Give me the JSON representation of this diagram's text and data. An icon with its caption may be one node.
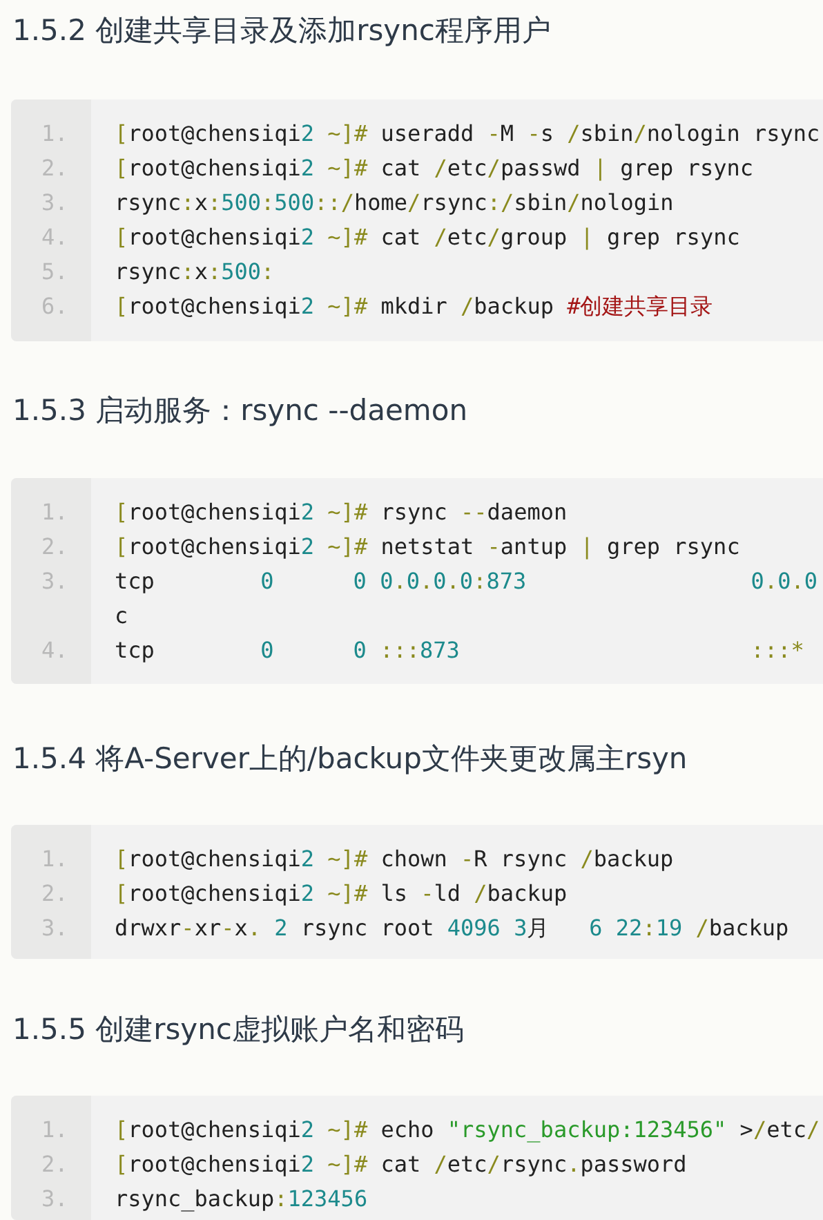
{
  "diagram": {
    "nodes": [
      {
        "text": [
          "1.",
          "[root@chensiqi2 ~]# useradd -M -s /sbin/nologin rsync",
          "2.",
          "[root@chensiqi2 ~]# cat /etc/passwd | grep rsync",
          "3.",
          "rsync:x:500:500::/home/rsync:/sbin/nologin",
          "4.",
          "[root@chensiqi2 ~]# cat /etc/group | grep rsync",
          "5.",
          "rsync:x:500:",
          "6.",
          "[root@chensiqi2 ~]# mkdir /backup #创建共享目录"
        ]
      },
      {
        "text": [
          "1.",
          "[root@chensiqi2 ~]# rsync --daemon",
          "2.",
          "[root@chensiqi2 ~]# netstat -antup | grep rsync",
          "3.",
          "tcp",
          "0",
          "0 0.0.0.0:873",
          "0.0.0",
          "c",
          "4.",
          "tcp",
          "0",
          "0 :::873",
          ":::*"
        ]
      },
      {
        "text": [
          "1.",
          "[root@chensiqi2 ~]# chown -R rsync /backup",
          "2.",
          "[root@chensiqi2 ~]# ls -ld /backup",
          "3.",
          "drwxr-xr-x. 2 rsync root 4096 3月   6 22:19 /backup"
        ]
      },
      {
        "text": [
          "1.",
          "[root@chensiqi2 ~]# echo \"rsync_backup:123456\" >/etc/r",
          "2.",
          "[root@chensiqi2 ~]# cat /etc/rsync.password",
          "3.",
          "rsync_backup:123456"
        ]
      }
    ],
    "labels": [
      "1.5.2 创建共享目录及添加rsync程序用户",
      "1.5.3 启动服务：rsync --daemon",
      "1.5.4 将A-Server上的/backup文件夹更改属主rsyn",
      "1.5.5 创建rsync虚拟账户名和密码"
    ]
  }
}
